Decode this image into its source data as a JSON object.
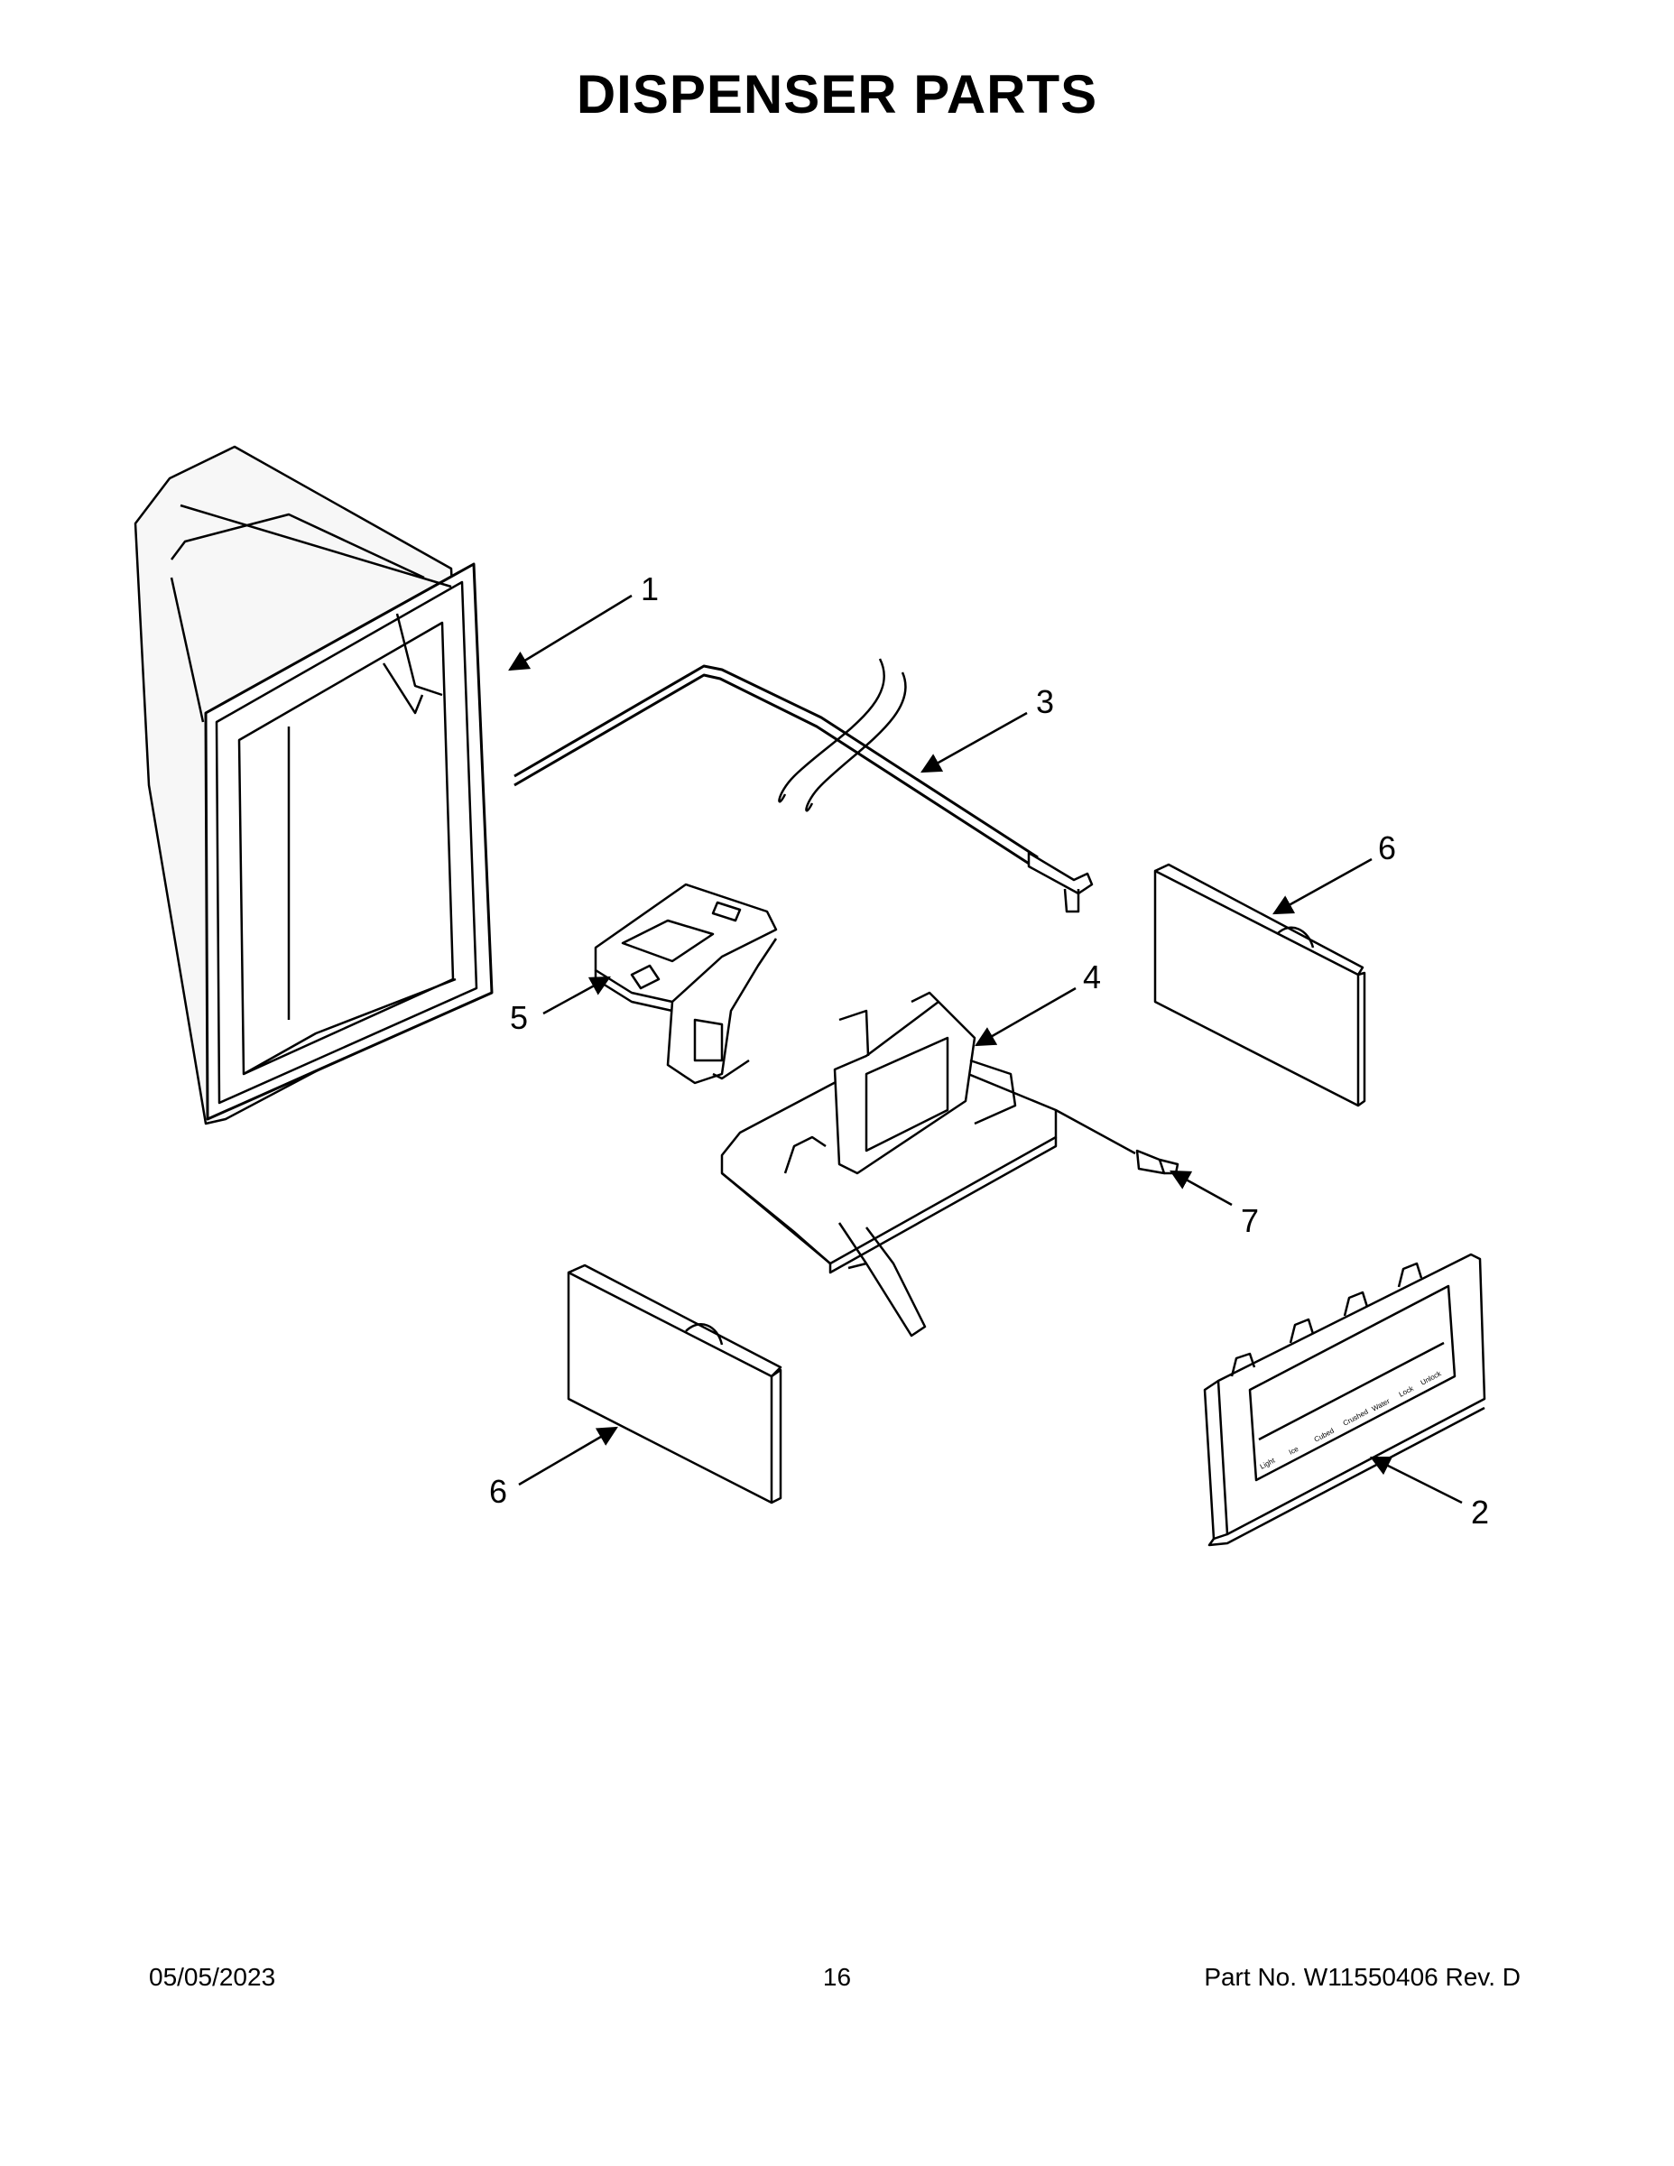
{
  "title": "DISPENSER PARTS",
  "callouts": [
    "1",
    "2",
    "3",
    "4",
    "5",
    "6",
    "6",
    "7"
  ],
  "footer": {
    "date": "05/05/2023",
    "page": "16",
    "part": "Part No.  W11550406  Rev.  D"
  },
  "panel_legend": [
    "Light",
    "Ice",
    "Cubed",
    "Crushed",
    "Water",
    "Lock",
    "Unlock"
  ],
  "colors": {
    "ink": "#000000",
    "paper": "#ffffff",
    "shade": "#e8e8e8"
  }
}
